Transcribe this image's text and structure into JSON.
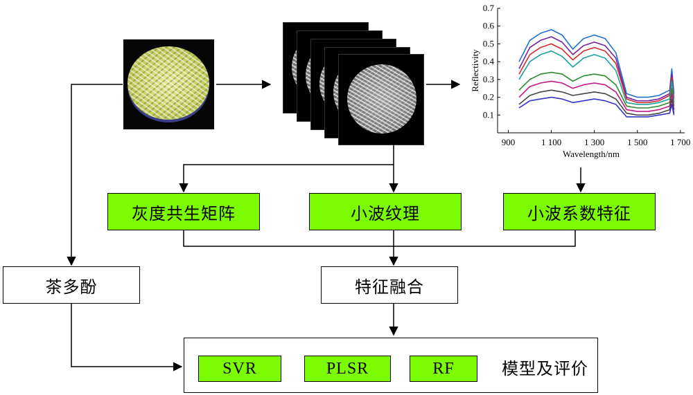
{
  "nodes": {
    "glcm": "灰度共生矩阵",
    "wavelet_texture": "小波纹理",
    "wavelet_coef": "小波系数特征",
    "tea_polyphenol": "茶多酚",
    "feature_fusion": "特征融合",
    "svr": "SVR",
    "plsr": "PLSR",
    "rf": "RF",
    "model_eval": "模型及评价"
  },
  "chart_data": {
    "type": "line",
    "title": "",
    "xlabel": "Wavelength/nm",
    "ylabel": "Reflectivity",
    "xlim": [
      850,
      1720
    ],
    "ylim": [
      0.0,
      0.7
    ],
    "x_ticks": [
      900,
      1100,
      1300,
      1500,
      1700
    ],
    "x_tick_labels": [
      "900",
      "1 100",
      "1 300",
      "1 500",
      "1 700"
    ],
    "y_ticks": [
      0.1,
      0.2,
      0.3,
      0.4,
      0.5,
      0.6,
      0.7
    ],
    "y_tick_labels": [
      "0.1",
      "0.2",
      "0.3",
      "0.4",
      "0.5",
      "0.6",
      "0.7"
    ],
    "x": [
      950,
      1000,
      1050,
      1100,
      1150,
      1200,
      1250,
      1300,
      1350,
      1400,
      1450,
      1500,
      1550,
      1600,
      1650,
      1660,
      1670
    ],
    "series": [
      {
        "color": "#1f6fd1",
        "values": [
          0.4,
          0.52,
          0.56,
          0.58,
          0.55,
          0.47,
          0.53,
          0.55,
          0.53,
          0.45,
          0.22,
          0.2,
          0.2,
          0.21,
          0.24,
          0.36,
          0.22
        ]
      },
      {
        "color": "#7a1fa2",
        "values": [
          0.36,
          0.48,
          0.52,
          0.54,
          0.51,
          0.44,
          0.49,
          0.51,
          0.49,
          0.42,
          0.2,
          0.18,
          0.18,
          0.19,
          0.22,
          0.33,
          0.2
        ]
      },
      {
        "color": "#d12b2b",
        "values": [
          0.33,
          0.44,
          0.48,
          0.5,
          0.47,
          0.41,
          0.46,
          0.48,
          0.46,
          0.39,
          0.19,
          0.17,
          0.17,
          0.18,
          0.21,
          0.31,
          0.19
        ]
      },
      {
        "color": "#1aa0a0",
        "values": [
          0.3,
          0.4,
          0.44,
          0.46,
          0.43,
          0.37,
          0.42,
          0.44,
          0.42,
          0.35,
          0.17,
          0.16,
          0.16,
          0.17,
          0.19,
          0.29,
          0.17
        ]
      },
      {
        "color": "#2e8b2e",
        "values": [
          0.24,
          0.3,
          0.33,
          0.34,
          0.33,
          0.29,
          0.32,
          0.33,
          0.32,
          0.27,
          0.15,
          0.14,
          0.14,
          0.15,
          0.17,
          0.25,
          0.15
        ]
      },
      {
        "color": "#c71585",
        "values": [
          0.2,
          0.26,
          0.28,
          0.29,
          0.28,
          0.25,
          0.27,
          0.28,
          0.27,
          0.23,
          0.13,
          0.12,
          0.12,
          0.13,
          0.15,
          0.22,
          0.13
        ]
      },
      {
        "color": "#444444",
        "values": [
          0.16,
          0.21,
          0.23,
          0.24,
          0.23,
          0.21,
          0.22,
          0.23,
          0.22,
          0.19,
          0.11,
          0.1,
          0.1,
          0.11,
          0.13,
          0.19,
          0.11
        ]
      },
      {
        "color": "#3333cc",
        "values": [
          0.14,
          0.18,
          0.19,
          0.2,
          0.19,
          0.17,
          0.18,
          0.19,
          0.18,
          0.16,
          0.09,
          0.09,
          0.09,
          0.1,
          0.11,
          0.16,
          0.1
        ]
      }
    ]
  },
  "colors": {
    "box_green": "#7cfc00",
    "stroke": "#000000"
  }
}
